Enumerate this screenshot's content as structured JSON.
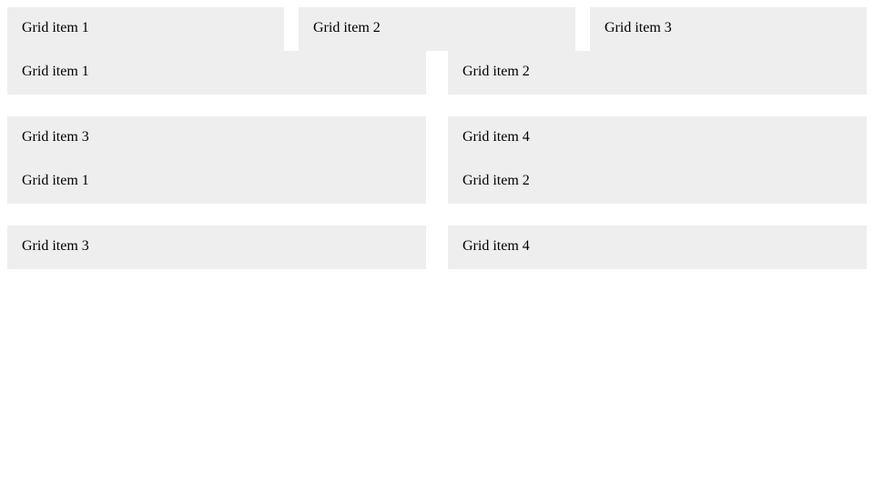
{
  "grid_a": {
    "items": [
      {
        "label": "Grid item 1"
      },
      {
        "label": "Grid item 2"
      },
      {
        "label": "Grid item 3"
      }
    ]
  },
  "grid_b": {
    "items": [
      {
        "label": "Grid item 1"
      },
      {
        "label": "Grid item 2"
      },
      {
        "label": "Grid item 3"
      },
      {
        "label": "Grid item 4"
      }
    ]
  },
  "grid_c": {
    "items": [
      {
        "label": "Grid item 1"
      },
      {
        "label": "Grid item 2"
      },
      {
        "label": "Grid item 3"
      },
      {
        "label": "Grid item 4"
      }
    ]
  },
  "colors": {
    "cell_background": "#eeeeee",
    "page_background": "#ffffff",
    "text": "#000000"
  }
}
